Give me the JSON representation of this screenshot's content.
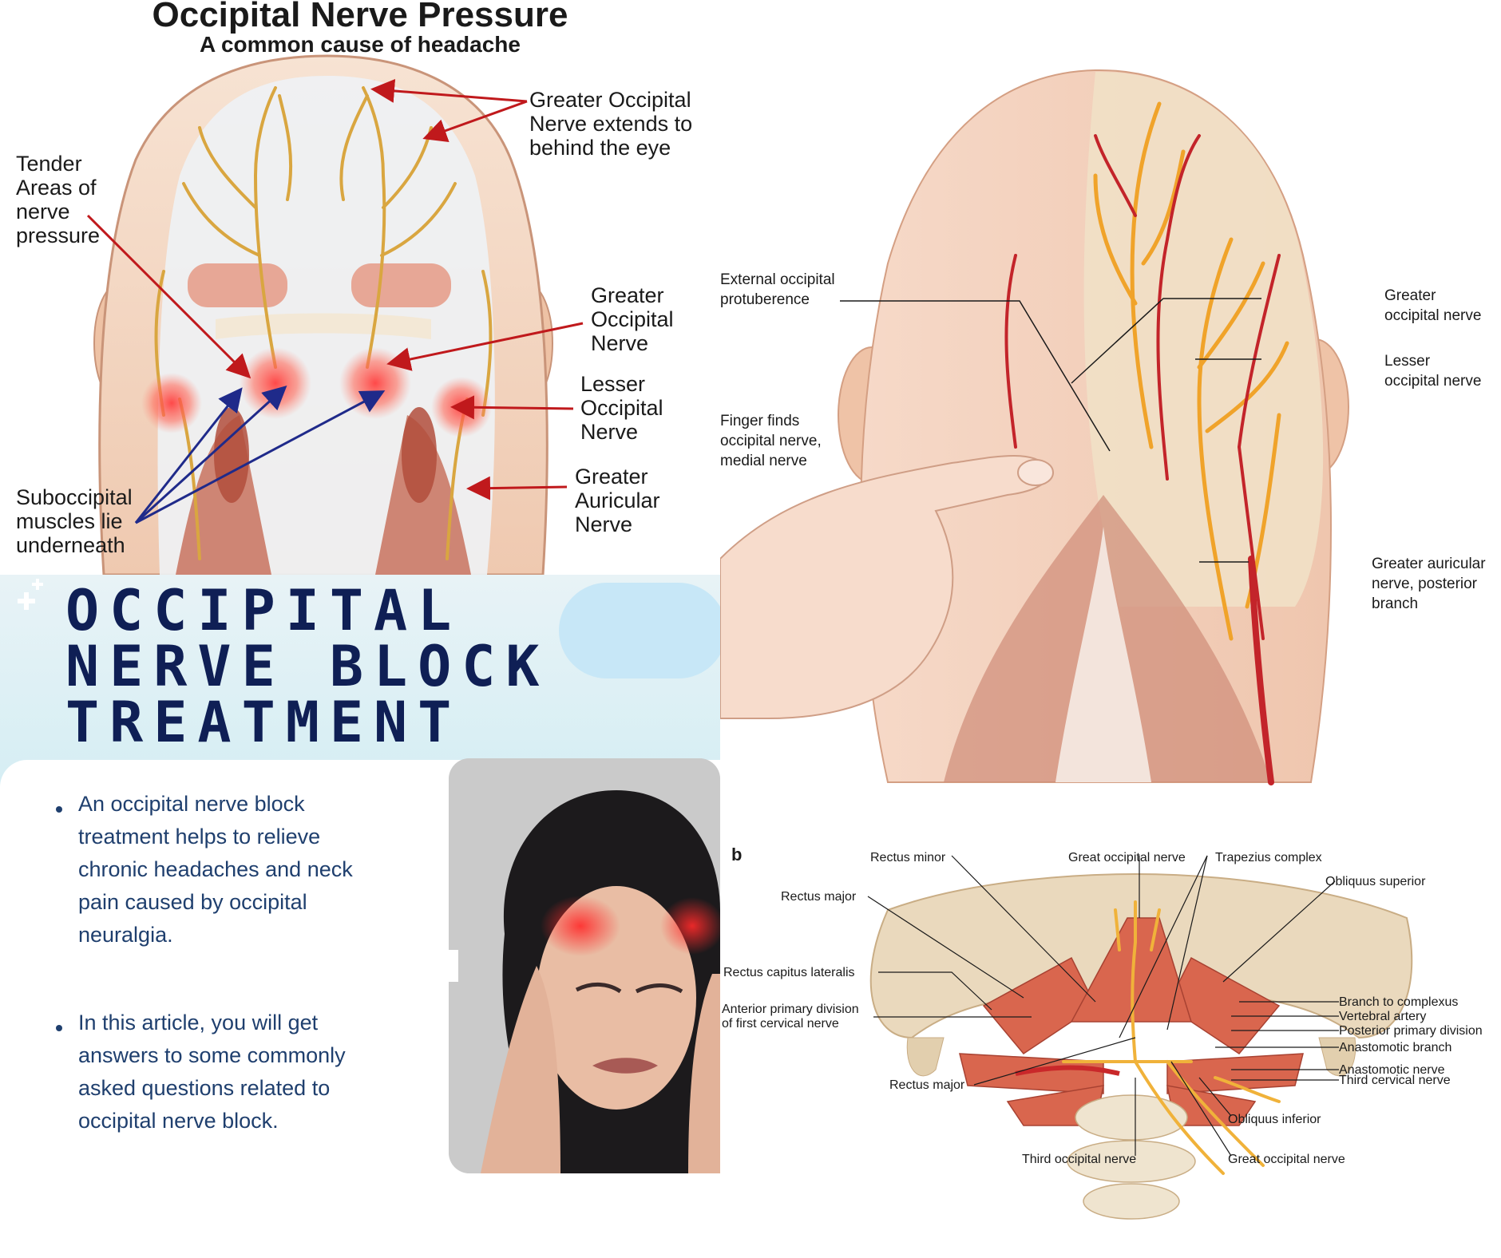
{
  "panel_a": {
    "title": "Occipital Nerve Pressure",
    "subtitle": "A common cause of headache",
    "labels": {
      "greater_extends": [
        "Greater Occipital",
        "Nerve extends to",
        "behind the eye"
      ],
      "tender_areas": [
        "Tender",
        "Areas of",
        "nerve",
        "pressure"
      ],
      "greater_occipital": [
        "Greater",
        "Occipital",
        "Nerve"
      ],
      "lesser_occipital": [
        "Lesser",
        "Occipital",
        "Nerve"
      ],
      "greater_auricular": [
        "Greater",
        "Auricular",
        "Nerve"
      ],
      "suboccipital": [
        "Suboccipital",
        "muscles lie",
        "underneath"
      ]
    },
    "colors": {
      "arrow_red": "#c0191c",
      "arrow_blue": "#1f2a8a",
      "skin": "#f2d2bd",
      "nerve": "#e0b24a"
    }
  },
  "panel_b": {
    "labels": {
      "external_protuberance": [
        "External occipital",
        "protuberence"
      ],
      "finger_finds": [
        "Finger finds",
        "occipital nerve,",
        "medial nerve"
      ],
      "greater_occipital": [
        "Greater",
        "occipital nerve"
      ],
      "lesser_occipital": [
        "Lesser",
        "occipital nerve"
      ],
      "greater_auricular": [
        "Greater auricular",
        "nerve, posterior",
        "branch"
      ]
    }
  },
  "panel_c": {
    "title_lines": [
      "OCCIPITAL",
      "NERVE BLOCK",
      "TREATMENT"
    ],
    "bullets": [
      [
        "An occipital nerve block",
        "treatment helps to relieve",
        "chronic headaches and neck",
        "pain caused by occipital",
        "neuralgia."
      ],
      [
        "In this article, you will get",
        "answers to some commonly",
        "asked questions related to",
        "occipital nerve block."
      ]
    ],
    "colors": {
      "title": "#0f1f55",
      "bullet_text": "#1f3f6e"
    }
  },
  "panel_d": {
    "letter": "b",
    "labels": {
      "rectus_minor": "Rectus minor",
      "great_occipital_top": "Great occipital nerve",
      "trapezius": "Trapezius complex",
      "obliquus_superior": "Obliquus superior",
      "rectus_major_top": "Rectus major",
      "rectus_capitus_lateralis": "Rectus capitus lateralis",
      "anterior_primary": [
        "Anterior primary division",
        "of first cervical nerve"
      ],
      "branch_complexus": "Branch to complexus",
      "vertebral_artery": "Vertebral artery",
      "posterior_primary": "Posterior primary division",
      "anastomotic_branch": "Anastomotic branch",
      "anastomotic_nerve": "Anastomotic nerve",
      "third_cervical": "Third cervical nerve",
      "rectus_major_bottom": "Rectus major",
      "obliquus_inferior": "Obliquus inferior",
      "third_occipital": "Third occipital nerve",
      "great_occipital_bottom": "Great occipital nerve"
    }
  }
}
